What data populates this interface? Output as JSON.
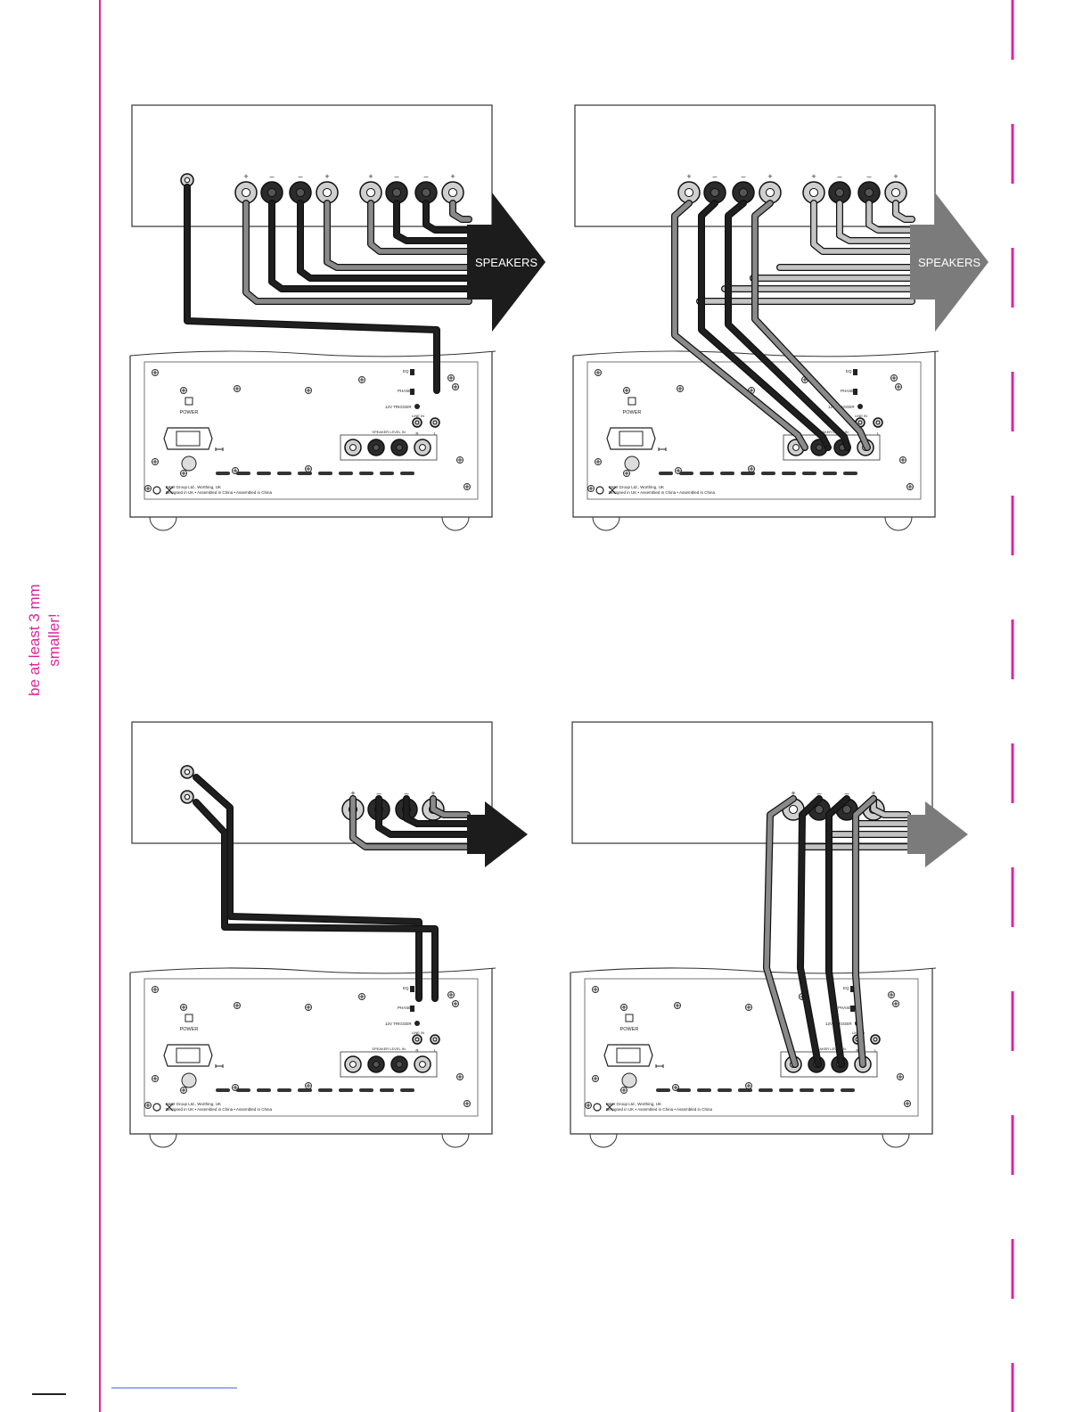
{
  "page": {
    "margin_note": {
      "line1": "be at least 3 mm",
      "line2": "smaller!"
    },
    "colors": {
      "trim_mark": "#e0239a",
      "cable_dark": "#1f1f1f",
      "cable_mid": "#8a8a8a",
      "cable_light": "#c4c4c4",
      "arrow_dark": "#1c1c1c",
      "arrow_grey": "#7b7b7b",
      "link_underline": "#3b5bd6"
    }
  },
  "diagrams": [
    {
      "id": "top-left",
      "arrow_label": "SPEAKERS"
    },
    {
      "id": "top-right",
      "arrow_label": "SPEAKERS"
    },
    {
      "id": "bottom-left",
      "arrow_label": ""
    },
    {
      "id": "bottom-right",
      "arrow_label": ""
    }
  ],
  "terminal_polarity": {
    "plus": "+",
    "minus": "–"
  },
  "sub_panel": {
    "labels": {
      "eq": "EQ",
      "phase": "PHASE",
      "trigger": "12V TRIGGER",
      "line_in": "LINE IN",
      "r": "R",
      "l": "L",
      "speaker_level_in": "SPEAKER LEVEL IN",
      "power": "POWER",
      "maker": "B&W Group Ltd., Worthing, UK",
      "origin": "Designed in UK • Assembled in China • Assembled in China"
    }
  }
}
